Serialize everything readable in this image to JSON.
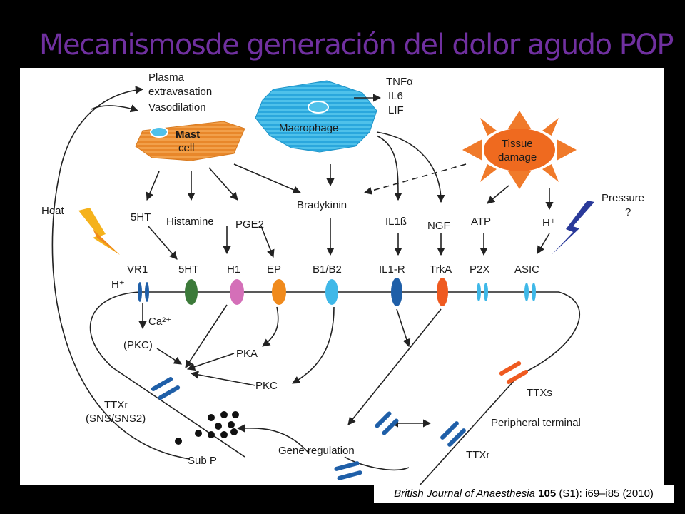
{
  "slide": {
    "title": "Mecanismosde generación del dolor agudo POP"
  },
  "citation": {
    "journal": "British Journal of Anaesthesia",
    "volume": "105",
    "rest": "(S1): i69–i85 (2010)"
  },
  "diagram": {
    "plasma": [
      "Plasma",
      "extravasation",
      "Vasodilation"
    ],
    "mast_cell": [
      "Mast",
      "cell"
    ],
    "macrophage": "Macrophage",
    "cytokines": [
      "TNFα",
      "IL6",
      "LIF"
    ],
    "tissue_damage": [
      "Tissue",
      "damage"
    ],
    "heat": "Heat",
    "pressure": [
      "Pressure",
      "?"
    ],
    "mediators": {
      "ht5": "5HT",
      "histamine": "Histamine",
      "pge2": "PGE2",
      "bradykinin": "Bradykinin",
      "il1b": "IL1ß",
      "ngf": "NGF",
      "atp": "ATP",
      "h": "H⁺"
    },
    "receptors": {
      "vr1": "VR1",
      "ht5": "5HT",
      "h1": "H1",
      "ep": "EP",
      "b1b2": "B1/B2",
      "il1r": "IL1-R",
      "trka": "TrkA",
      "p2x": "P2X",
      "asic": "ASIC"
    },
    "h_vr1": "H⁺",
    "ca": "Ca²⁺",
    "pkc_paren": "(PKC)",
    "pka": "PKA",
    "pkc": "PKC",
    "ttxr_left": [
      "TTXr",
      "(SNS/SNS2)"
    ],
    "ttxs": "TTXs",
    "peripheral_terminal": "Peripheral terminal",
    "ttxr_right": "TTXr",
    "gene_regulation": "Gene regulation",
    "sub_p": "Sub P"
  }
}
